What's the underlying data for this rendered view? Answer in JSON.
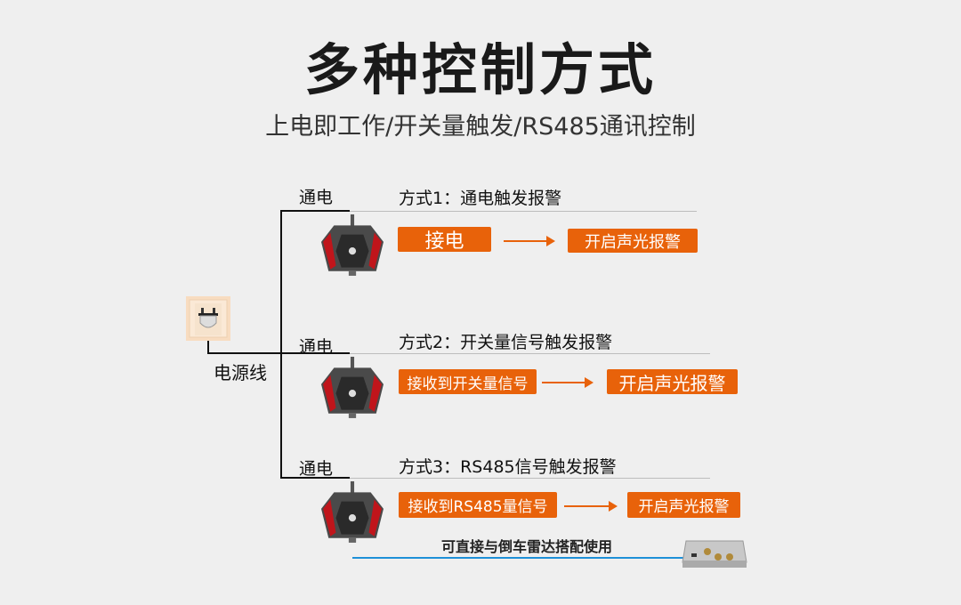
{
  "title": "多种控制方式",
  "subtitle": "上电即工作/开关量触发/RS485通讯控制",
  "power_cord_label": "电源线",
  "modes": [
    {
      "power_label": "通电",
      "heading": "方式1：通电触发报警",
      "trigger": "接电",
      "result": "开启声光报警"
    },
    {
      "power_label": "通电",
      "heading": "方式2：开关量信号触发报警",
      "trigger": "接收到开关量信号",
      "result": "开启声光报警"
    },
    {
      "power_label": "通电",
      "heading": "方式3：RS485信号触发报警",
      "trigger": "接收到RS485量信号",
      "result": "开启声光报警"
    }
  ],
  "footer_note": "可直接与倒车雷达搭配使用",
  "colors": {
    "accent": "#e8620a",
    "link_line": "#1e90d8",
    "background": "#efefef"
  }
}
